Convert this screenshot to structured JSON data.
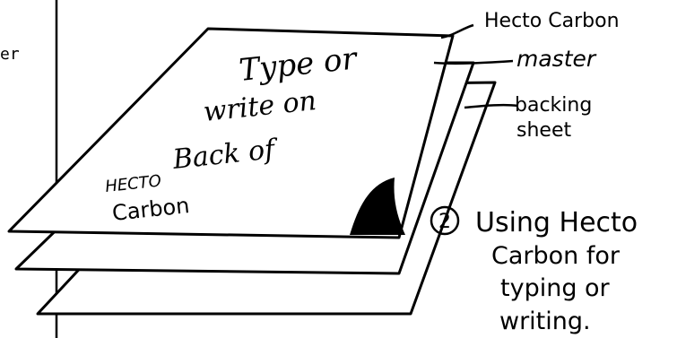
{
  "margin_text": "er",
  "labels": {
    "top": "Hecto Carbon",
    "middle": "master",
    "bottom_line1": "backing",
    "bottom_line2": "sheet"
  },
  "sheet_text": {
    "line1": "Type or",
    "line2": "write on",
    "line3": "Back of",
    "line4": "HECTO",
    "line5": "Carbon"
  },
  "caption": {
    "number": "2",
    "line1": "Using Hecto",
    "line2": "Carbon for",
    "line3": "typing or",
    "line4": "writing."
  }
}
